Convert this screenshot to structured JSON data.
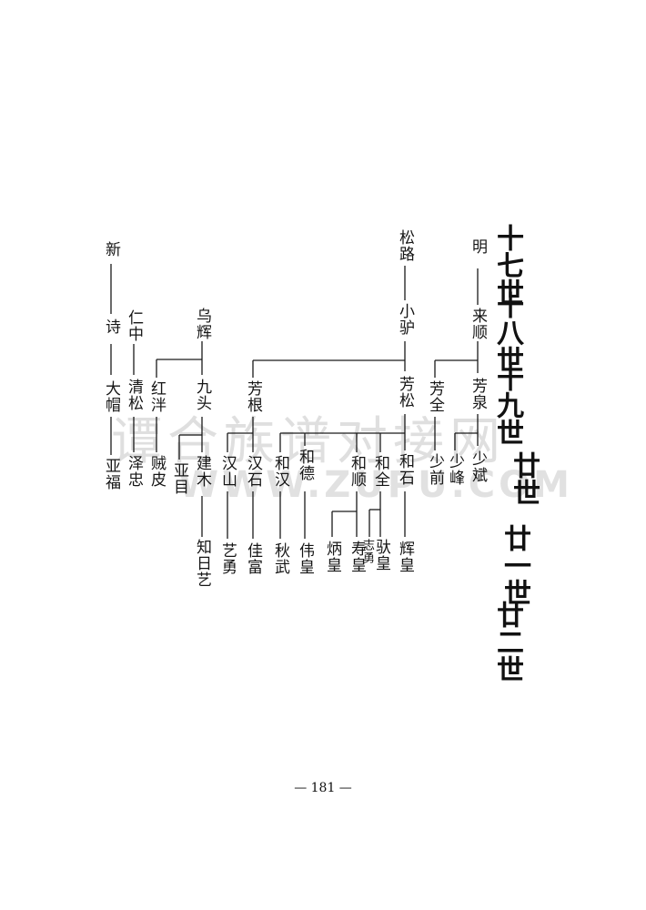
{
  "watermark": {
    "text": "谭合族谱对接网",
    "url": "WWW.ZUPU.COM"
  },
  "generations": [
    "十七世",
    "十八世",
    "十九世",
    "廿世",
    "廿一世",
    "廿二世"
  ],
  "names": {
    "ming": "明",
    "songlu": "松路",
    "xin": "新",
    "laishun": "来顺",
    "xiaolu": "小驴",
    "ren_zhong": "仁中",
    "niaohui": "乌辉",
    "huanqi": "诗",
    "fangquan_a": "芳泉",
    "fangquan_b": "芳全",
    "fangsong": "芳松",
    "fanggen": "芳根",
    "jiutou": "九头",
    "hongpan": "红泮",
    "qingsong": "清松",
    "dagao": "大帽",
    "shaobin": "少斌",
    "shaofeng": "少峰",
    "shaoqian": "少前",
    "heshi": "和石",
    "hequan": "和全",
    "heshun": "和顺",
    "hede": "和德",
    "hehan": "和汉",
    "hanshi": "汉石",
    "hanshan": "汉山",
    "jianmu": "建木",
    "yamu": "亚目",
    "zeipi": "贼皮",
    "zezhong": "泽忠",
    "yafu": "亚福",
    "huihuang": "辉皇",
    "yihuang": "驮皇",
    "zhiyong": "志勇",
    "shouhuang": "寿皇",
    "binghuang": "炳皇",
    "weihuang": "伟皇",
    "qiuwu": "秋武",
    "jiafu": "佳富",
    "yiyong": "艺勇",
    "zhiriyi": "知日艺"
  },
  "page_number": "— 181 —"
}
